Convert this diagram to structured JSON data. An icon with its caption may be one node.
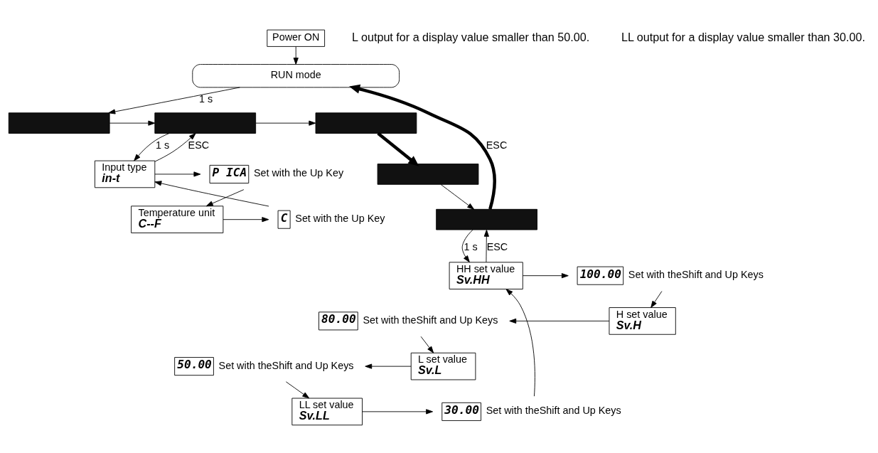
{
  "diagram": {
    "nodes": [
      {
        "text": [
          "Power ON"
        ]
      },
      {
        "text": [
          "RUN mode"
        ]
      },
      {
        "text": [],
        "shape": "box"
      },
      {
        "text": [],
        "shape": "box"
      },
      {
        "text": [],
        "shape": "box"
      },
      {
        "text": [],
        "shape": "box"
      },
      {
        "text": [],
        "shape": "box"
      },
      {
        "text": [
          "Input type",
          "in-t"
        ]
      },
      {
        "text": [
          "P ICA"
        ],
        "beside": [
          "Set with the Up Key"
        ]
      },
      {
        "text": [
          "Temperature unit",
          "C--F"
        ]
      },
      {
        "text": [
          "C"
        ],
        "beside": [
          "Set with the Up Key"
        ]
      },
      {
        "text": [
          "HH set value",
          "Sv.HH"
        ]
      },
      {
        "text": [
          "100.00"
        ],
        "beside": [
          "Set with theShift and Up Keys"
        ]
      },
      {
        "text": [
          "H set value",
          "Sv.H"
        ]
      },
      {
        "text": [
          "80.00"
        ],
        "beside": [
          "Set with theShift and Up Keys"
        ]
      },
      {
        "text": [
          "L set value",
          "Sv.L"
        ]
      },
      {
        "text": [
          "50.00"
        ],
        "beside": [
          "Set with theShift and Up Keys"
        ]
      },
      {
        "text": [
          "LL set value",
          "Sv.LL"
        ]
      },
      {
        "text": [
          "30.00"
        ],
        "beside": [
          "Set with theShift and Up Keys"
        ]
      }
    ],
    "edges": [
      {
        "from": 0,
        "to": 1,
        "arrow": "to"
      },
      {
        "from": 1,
        "to": 2,
        "arrow": "to",
        "label": "1 s"
      },
      {
        "from": 2,
        "to": 3,
        "arrow": "to"
      },
      {
        "from": 3,
        "to": 4,
        "arrow": "to"
      },
      {
        "from": 4,
        "to": 5,
        "arrow": "to",
        "style": "thick"
      },
      {
        "from": 5,
        "to": 6,
        "arrow": "to"
      },
      {
        "from": 6,
        "to": 1,
        "arrow": "to",
        "style": "thick",
        "label": "ESC"
      },
      {
        "from": 3,
        "to": 7,
        "arrow": "to",
        "label": "1 s"
      },
      {
        "from": 7,
        "to": 3,
        "arrow": "to",
        "label": "ESC"
      },
      {
        "from": 7,
        "to": 8,
        "arrow": "to"
      },
      {
        "from": 8,
        "to": 9,
        "arrow": "to"
      },
      {
        "from": 9,
        "to": 10,
        "arrow": "to"
      },
      {
        "from": 10,
        "to": 7,
        "arrow": "to"
      },
      {
        "from": 6,
        "to": 11,
        "arrow": "to",
        "label": "1 s"
      },
      {
        "from": 11,
        "to": 6,
        "arrow": "to",
        "label": "ESC"
      },
      {
        "from": 11,
        "to": 12,
        "arrow": "to"
      },
      {
        "from": 12,
        "to": 13,
        "arrow": "to"
      },
      {
        "from": 13,
        "to": 14,
        "arrow": "to"
      },
      {
        "from": 14,
        "to": 15,
        "arrow": "to"
      },
      {
        "from": 15,
        "to": 16,
        "arrow": "to"
      },
      {
        "from": 16,
        "to": 17,
        "arrow": "to"
      },
      {
        "from": 17,
        "to": 18,
        "arrow": "to"
      },
      {
        "from": 18,
        "to": 11,
        "arrow": "to"
      }
    ],
    "labels": [
      "L output for a display value smaller than 50.00.",
      "LL output for a display value smaller than 30.00."
    ]
  }
}
